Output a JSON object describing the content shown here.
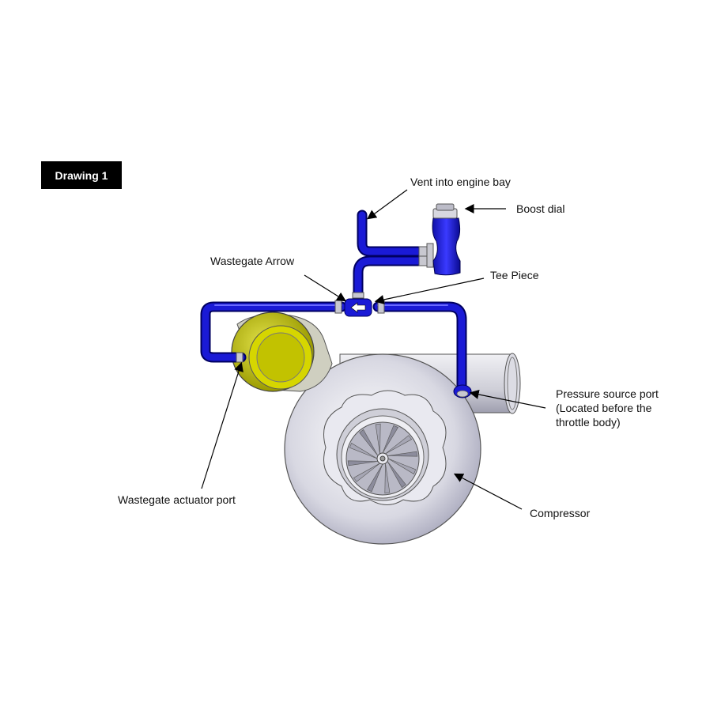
{
  "badge": "Drawing 1",
  "labels": {
    "vent": "Vent into engine bay",
    "boost_dial": "Boost dial",
    "wastegate_arrow": "Wastegate Arrow",
    "tee_piece": "Tee Piece",
    "pressure_line1": "Pressure source port",
    "pressure_line2": "(Located before the",
    "pressure_line3": "throttle body)",
    "wastegate_port": "Wastegate actuator port",
    "compressor": "Compressor"
  },
  "colors": {
    "hose": "#1a1ad6",
    "actuator": "#c8c800",
    "housing": "#d9d9e6",
    "label_bg": "#000000"
  }
}
